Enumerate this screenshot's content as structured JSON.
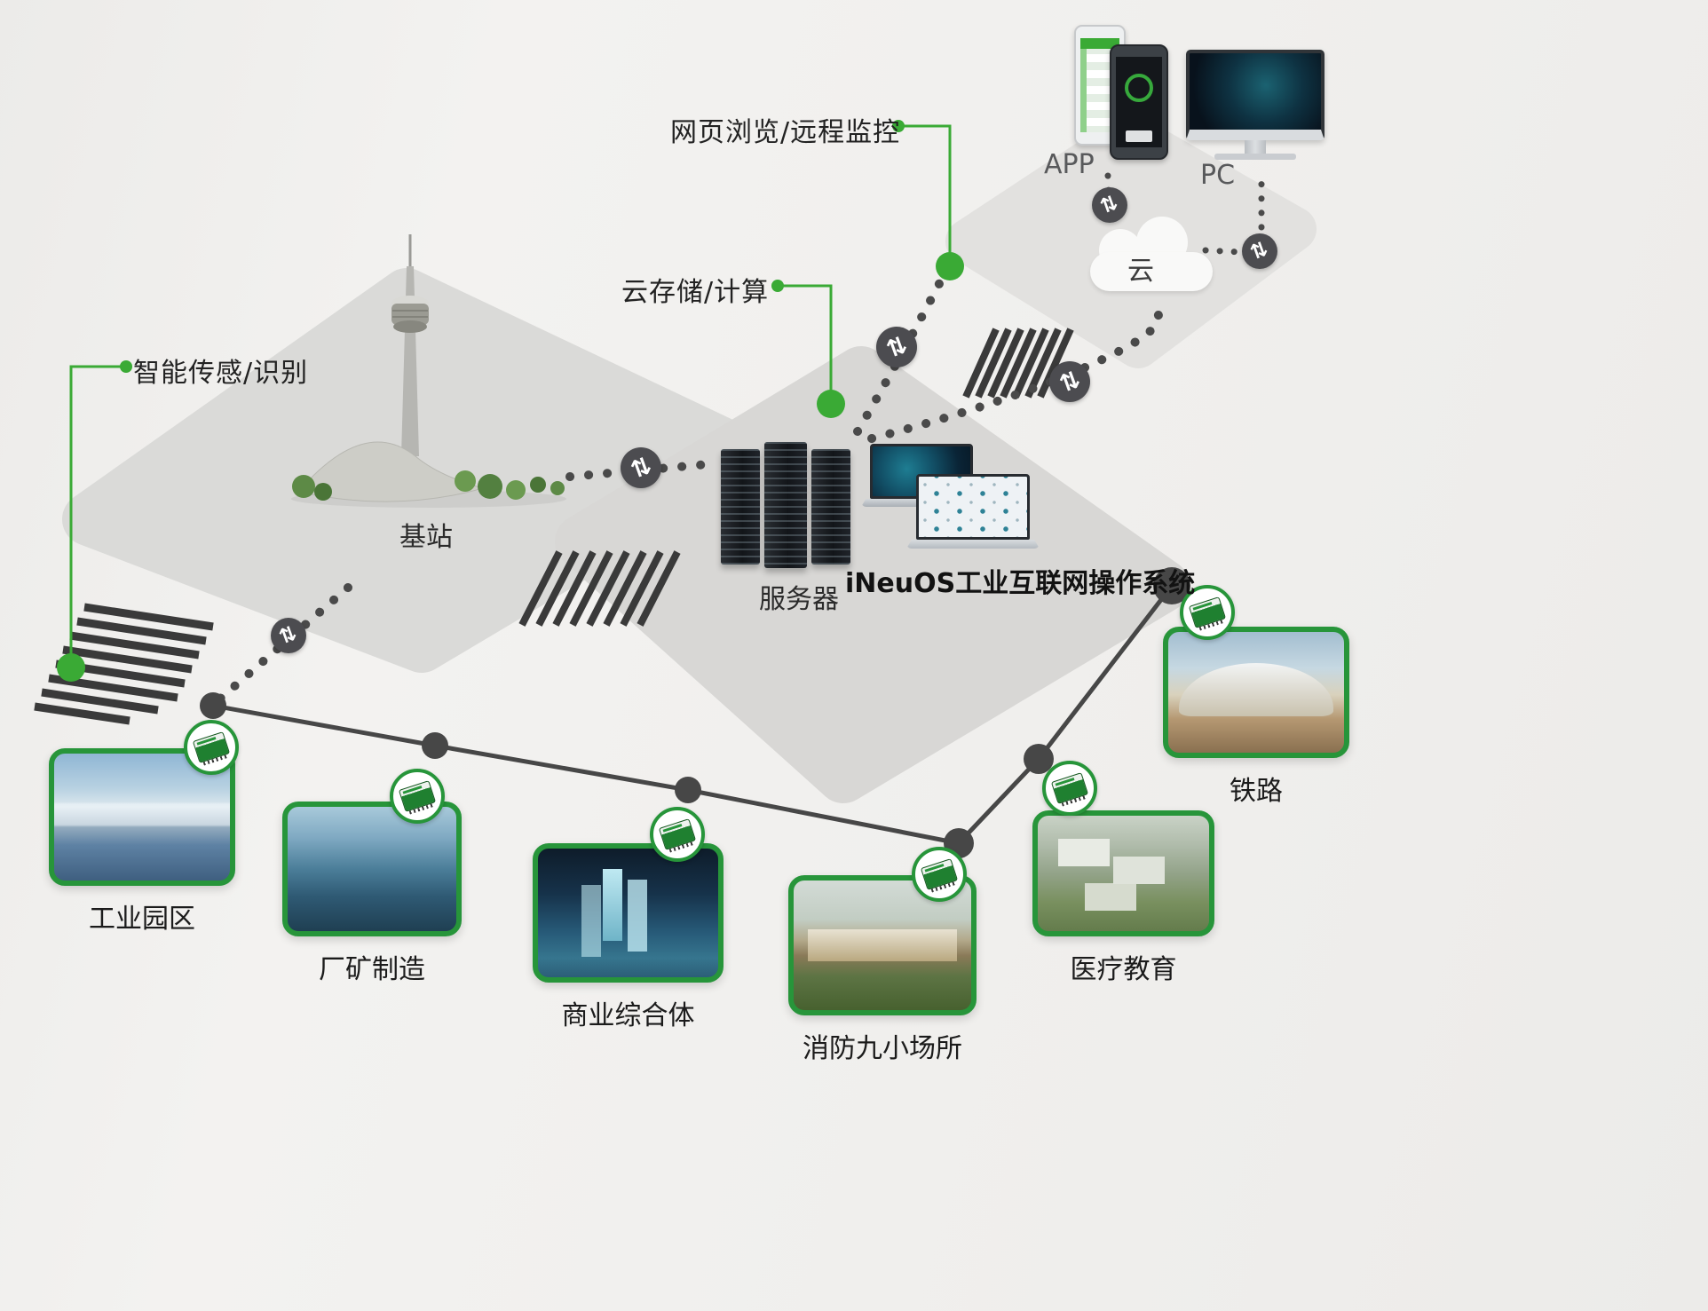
{
  "colors": {
    "accent_green": "#3aaa35",
    "card_border_green": "#27953a",
    "line_dark": "#4a4a4a",
    "platform_gray": "#dadad8",
    "background": "#efeeec"
  },
  "callouts": {
    "web_monitoring": "网页浏览/远程监控",
    "cloud_compute": "云存储/计算",
    "smart_sensing": "智能传感/识别"
  },
  "top_right": {
    "app_label": "APP",
    "pc_label": "PC",
    "cloud_label": "云"
  },
  "core": {
    "base_station_label": "基站",
    "server_label": "服务器",
    "os_title": "iNeuOS工业互联网操作系统"
  },
  "sites": [
    {
      "id": "industrial-park",
      "label": "工业园区",
      "photo": "aerial-industrial-park"
    },
    {
      "id": "factory-manufacturing",
      "label": "厂矿制造",
      "photo": "factory-cityscape"
    },
    {
      "id": "commercial-complex",
      "label": "商业综合体",
      "photo": "night-commercial-towers"
    },
    {
      "id": "fire-safety-venues",
      "label": "消防九小场所",
      "photo": "public-building"
    },
    {
      "id": "medical-education",
      "label": "医疗教育",
      "photo": "campus-aerial"
    },
    {
      "id": "railway",
      "label": "铁路",
      "photo": "railway-station"
    }
  ],
  "icons": {
    "transfer_glyph": "⇅"
  }
}
